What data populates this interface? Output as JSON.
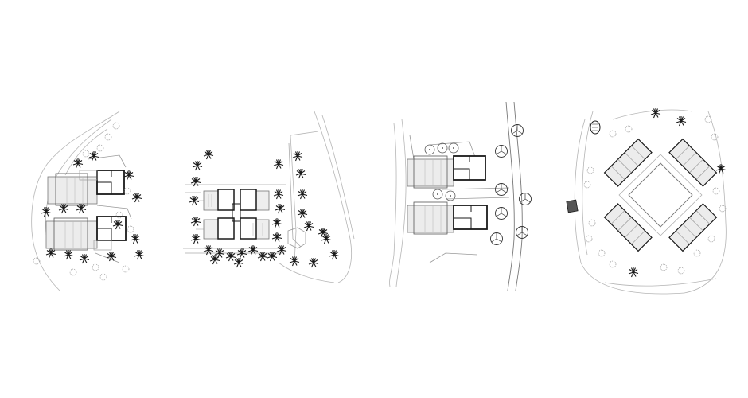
{
  "drawing": {
    "background": "#ffffff",
    "line_color": "#1a1a1a",
    "light_line_color": "#b5b5b5",
    "fill_color": "#e9e9e9",
    "plans": [
      {
        "name": "site-plan-1",
        "icon": "palm-tree-icon"
      },
      {
        "name": "site-plan-2",
        "icon": "palm-tree-icon"
      },
      {
        "name": "site-plan-3",
        "icon": "tree-icon"
      },
      {
        "name": "site-plan-4",
        "icon": "courtyard-icon"
      }
    ]
  }
}
